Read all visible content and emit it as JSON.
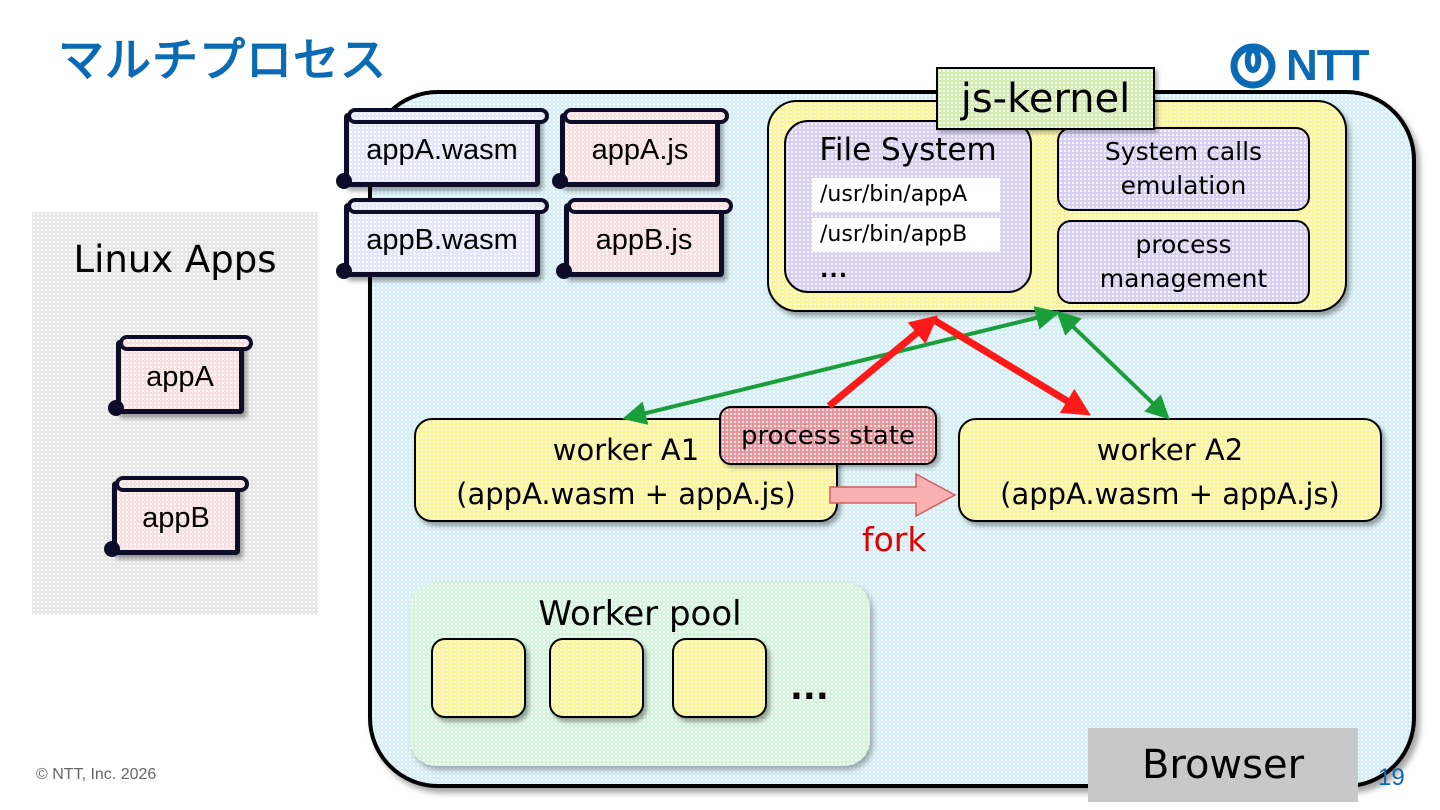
{
  "slide": {
    "title": "マルチプロセス",
    "logo_text": "NTT",
    "copyright": "© NTT, Inc.  2026",
    "page_number": "19",
    "brand_color": "#0a6ab4"
  },
  "linux_apps": {
    "title": "Linux Apps",
    "apps": [
      "appA",
      "appB"
    ]
  },
  "artifacts": {
    "wasm": [
      "appA.wasm",
      "appB.wasm"
    ],
    "js": [
      "appA.js",
      "appB.js"
    ]
  },
  "kernel": {
    "label": "js-kernel",
    "file_system": {
      "title": "File System",
      "paths": [
        "/usr/bin/appA",
        "/usr/bin/appB"
      ],
      "more": "..."
    },
    "syscalls": {
      "line1": "System calls",
      "line2": "emulation"
    },
    "process_mgmt": {
      "line1": "process",
      "line2": "management"
    }
  },
  "workers": {
    "a1": {
      "name": "worker A1",
      "contents": "(appA.wasm + appA.js)"
    },
    "a2": {
      "name": "worker A2",
      "contents": "(appA.wasm + appA.js)"
    },
    "process_state": "process state",
    "fork_label": "fork",
    "fork_color": "#e00000",
    "state_arrow_color": "#ff1a1a",
    "syscall_arrow_color": "#1a9e3a"
  },
  "pool": {
    "title": "Worker pool",
    "slots": 3,
    "more": "..."
  },
  "browser": {
    "label": "Browser"
  }
}
